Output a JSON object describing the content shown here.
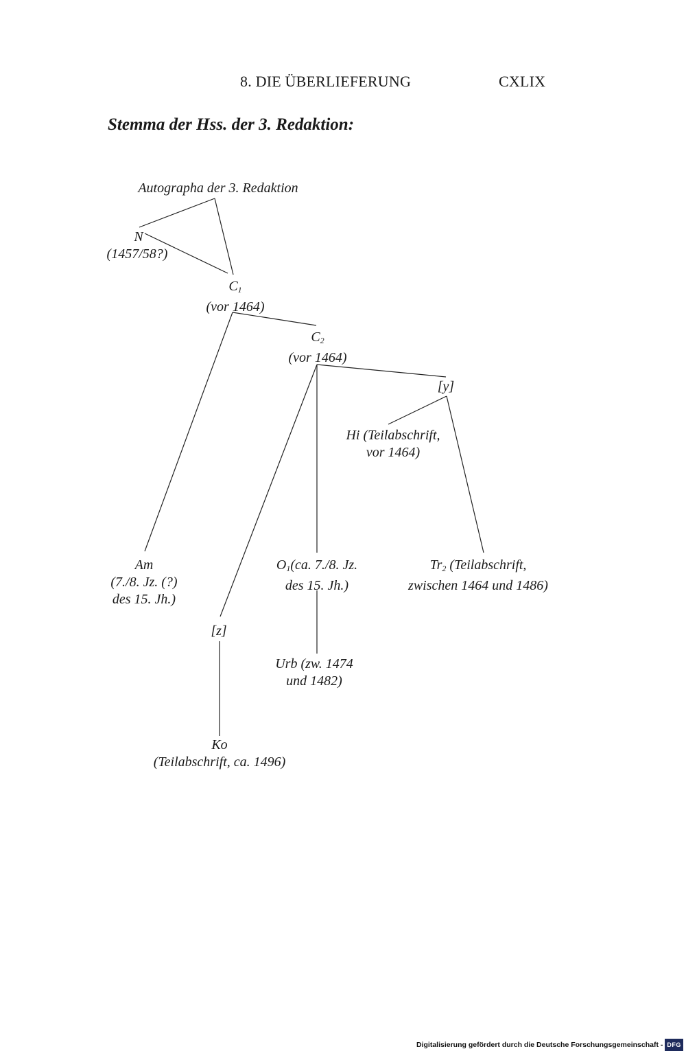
{
  "header": {
    "running_head": "8. DIE ÜBERLIEFERUNG",
    "page_number": "CXLIX"
  },
  "diagram": {
    "title": "Stemma der Hss. der 3. Redaktion:",
    "nodes": {
      "autographa": {
        "line1": "Autographa der 3. Redaktion"
      },
      "n": {
        "line1": "N",
        "line2": "(1457/58?)"
      },
      "c1": {
        "letter": "C",
        "sub": "1",
        "line2": "(vor 1464)"
      },
      "c2": {
        "letter": "C",
        "sub": "2",
        "line2": "(vor 1464)"
      },
      "y": {
        "line1": "[y]"
      },
      "hi": {
        "line1": "Hi (Teilabschrift,",
        "line2": "vor 1464)"
      },
      "am": {
        "line1": "Am",
        "line2": "(7./8. Jz. (?)",
        "line3": "des 15. Jh.)"
      },
      "o1": {
        "letter": "O",
        "sub": "1",
        "rest": "(ca. 7./8. Jz.",
        "line2": "des 15. Jh.)"
      },
      "tr2": {
        "letter": "Tr",
        "sub": "2",
        "rest": " (Teilabschrift,",
        "line2": "zwischen 1464 und 1486)"
      },
      "z": {
        "line1": "[z]"
      },
      "urb": {
        "line1": "Urb (zw. 1474",
        "line2": "und 1482)"
      },
      "ko": {
        "line1": "Ko",
        "line2": "(Teilabschrift, ca. 1496)"
      }
    }
  },
  "footer": {
    "text": "Digitalisierung gefördert durch die Deutsche Forschungsgemeinschaft -",
    "logo": "DFG"
  }
}
